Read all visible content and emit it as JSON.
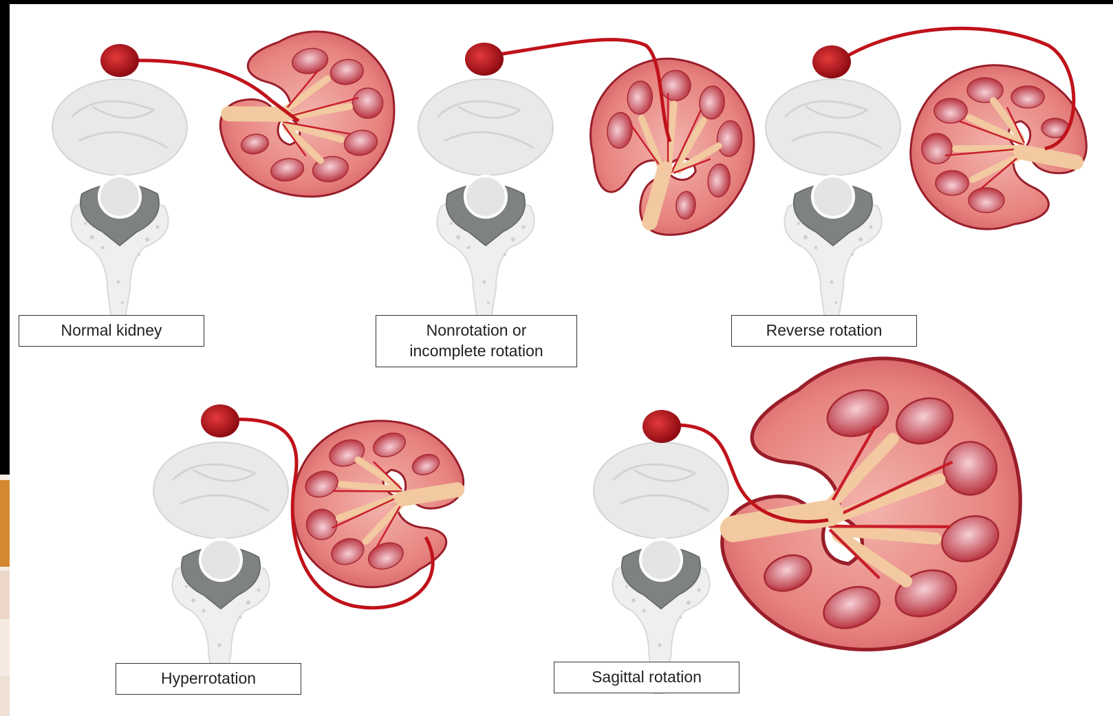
{
  "panels": [
    {
      "id": "normal",
      "label": "Normal kidney"
    },
    {
      "id": "nonrotation",
      "label": "Nonrotation or incomplete rotation"
    },
    {
      "id": "reverse",
      "label": "Reverse rotation"
    },
    {
      "id": "hyper",
      "label": "Hyperrotation"
    },
    {
      "id": "sagittal",
      "label": "Sagittal rotation"
    }
  ],
  "colors": {
    "aorta": "#c0121a",
    "kidney_fill": "#e98b86",
    "kidney_edge": "#9a1e2a",
    "pelvis": "#f2c9a0",
    "vertebra_body": "#e6e6e6",
    "vertebra_canal": "#7c7f80"
  }
}
